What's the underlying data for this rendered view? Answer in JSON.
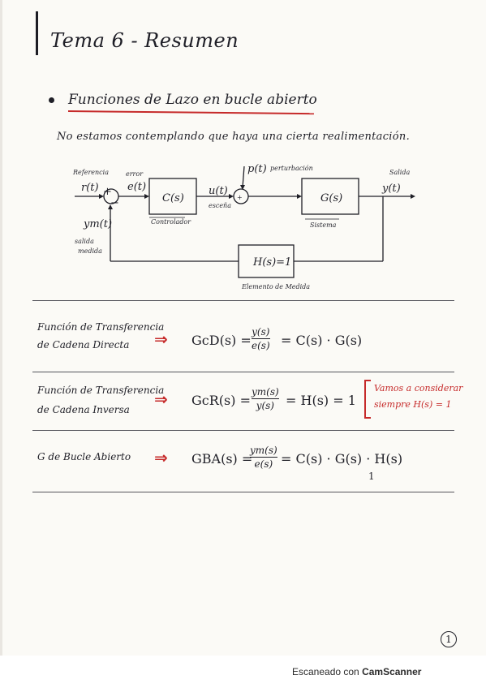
{
  "page": {
    "title": "Tema 6 - Resumen",
    "section_heading": "Funciones de Lazo en bucle abierto",
    "intro": "No estamos contemplando que haya una cierta realimentación.",
    "page_number": "1"
  },
  "diagram": {
    "labels": {
      "referencia": "Referencia",
      "r": "r(t)",
      "error": "error",
      "e": "e(t)",
      "plus": "+",
      "minus": "−",
      "controller": "C(s)",
      "controller_caption": "Controlador",
      "u": "u(t)",
      "u_caption": "esceña",
      "p": "p(t)",
      "perturbacion": "perturbación",
      "sum2": "+",
      "plant": "G(s)",
      "plant_caption": "Sistema",
      "salida": "Salida",
      "y": "y(t)",
      "ym": "ym(t)",
      "salida_medida_1": "salida",
      "salida_medida_2": "medida",
      "feedback_block": "H(s)=1",
      "feedback_caption": "Elemento de Medida"
    }
  },
  "equations": [
    {
      "name_line1": "Función de Transferencia",
      "name_line2": "de Cadena Directa",
      "arrow": "⇒",
      "lhs": "GcD(s) =",
      "num": "y(s)",
      "den": "e(s)",
      "rhs": "= C(s) · G(s)"
    },
    {
      "name_line1": "Función de Transferencia",
      "name_line2": "de Cadena Inversa",
      "arrow": "⇒",
      "lhs": "GcR(s) =",
      "num": "ym(s)",
      "den": "y(s)",
      "rhs": "= H(s) = 1"
    },
    {
      "name_line1": "G de Bucle Abierto",
      "arrow": "⇒",
      "lhs": "GBA(s) =",
      "num": "ym(s)",
      "den": "e(s)",
      "rhs": "= C(s) · G(s) · H(s)",
      "rhs_note": "1"
    }
  ],
  "note": {
    "line1": "Vamos a considerar",
    "line2": "siempre  H(s) = 1"
  },
  "footer": {
    "prefix": "Escaneado con ",
    "brand": "CamScanner"
  },
  "colors": {
    "ink": "#1f1f27",
    "red": "#c62a2a",
    "paper": "#fbfaf6"
  }
}
